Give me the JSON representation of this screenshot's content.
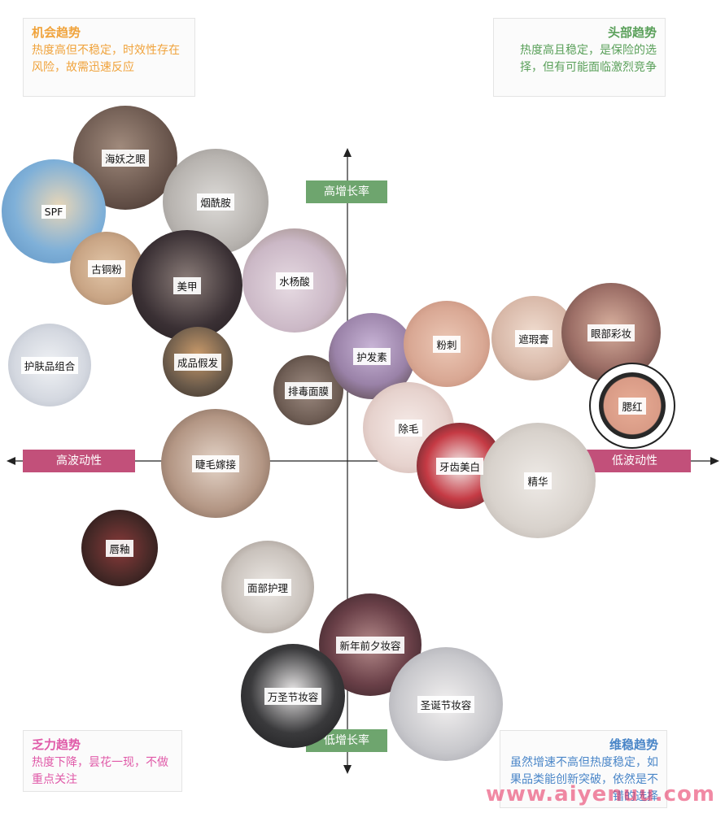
{
  "quadrants": {
    "top_left": {
      "title": "机会趋势",
      "desc": "热度高但不稳定，时效性存在风险，故需迅速反应",
      "color": "#f0a33c"
    },
    "top_right": {
      "title": "头部趋势",
      "desc": "热度高且稳定，是保险的选择，但有可能面临激烈竞争",
      "color": "#5aa05a"
    },
    "bottom_left": {
      "title": "乏力趋势",
      "desc": "热度下降，昙花一现，不做重点关注",
      "color": "#e05aa8"
    },
    "bottom_right": {
      "title": "维稳趋势",
      "desc": "虽然增速不高但热度稳定，如果品类能创新突破，依然是不错的选择",
      "color": "#4a86c8"
    }
  },
  "axes": {
    "top": "高增长率",
    "bottom": "低增长率",
    "left": "高波动性",
    "right": "低波动性",
    "green": "#6ea56e",
    "pink": "#c2507a"
  },
  "bubbles": [
    {
      "label": "海妖之眼",
      "tone": "#6b5a52"
    },
    {
      "label": "SPF",
      "tone": "#7fb0d8"
    },
    {
      "label": "烟酰胺",
      "tone": "#b8b4b0"
    },
    {
      "label": "古铜粉",
      "tone": "#c9a585"
    },
    {
      "label": "美甲",
      "tone": "#3a3034"
    },
    {
      "label": "水杨酸",
      "tone": "#cbb8c6"
    },
    {
      "label": "护肤品组合",
      "tone": "#d4d8e0"
    },
    {
      "label": "成品假发",
      "tone": "#6a5a4a"
    },
    {
      "label": "排毒面膜",
      "tone": "#6f5e55"
    },
    {
      "label": "护发素",
      "tone": "#9a82a8"
    },
    {
      "label": "粉刺",
      "tone": "#d9a894"
    },
    {
      "label": "遮瑕膏",
      "tone": "#d8b8a8"
    },
    {
      "label": "眼部彩妆",
      "tone": "#9c6e66"
    },
    {
      "label": "腮红",
      "tone": "#d99b86"
    },
    {
      "label": "除毛",
      "tone": "#e6d2cd"
    },
    {
      "label": "牙齿美白",
      "tone": "#c53a44"
    },
    {
      "label": "精华",
      "tone": "#d8d2cc"
    },
    {
      "label": "睫毛嫁接",
      "tone": "#b39684"
    },
    {
      "label": "唇釉",
      "tone": "#4a2a28"
    },
    {
      "label": "面部护理",
      "tone": "#c9c2bc"
    },
    {
      "label": "新年前夕妆容",
      "tone": "#6a4048"
    },
    {
      "label": "万圣节妆容",
      "tone": "#3a3a3c"
    },
    {
      "label": "圣诞节妆容",
      "tone": "#c8c8cc"
    }
  ],
  "watermark": "www.aiyenuu.com"
}
